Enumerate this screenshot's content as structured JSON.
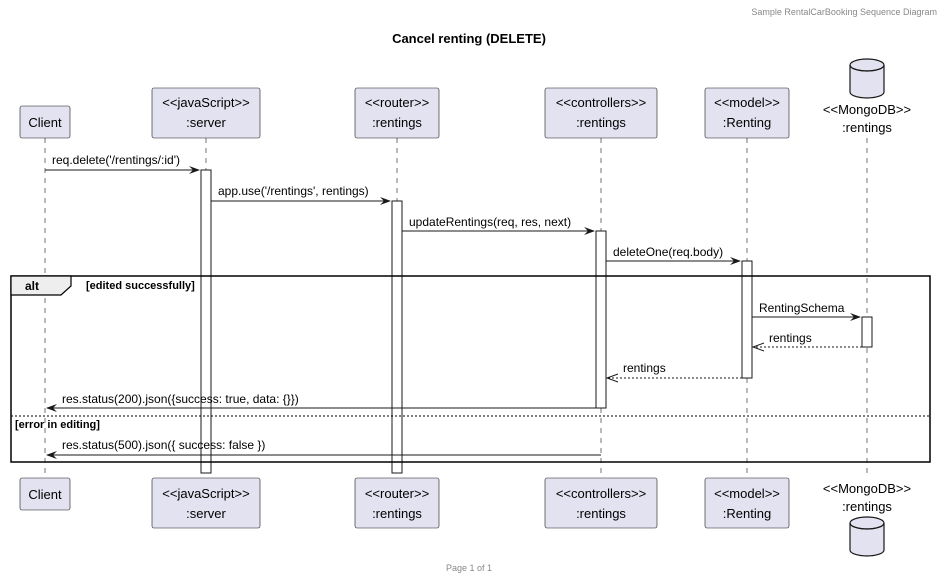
{
  "header": "Sample RentalCarBooking Sequence Diagram",
  "title": "Cancel renting (DELETE)",
  "footer": "Page 1 of 1",
  "participants": [
    {
      "id": "client",
      "lines": [
        "Client"
      ],
      "shape": "box"
    },
    {
      "id": "server",
      "lines": [
        "<<javaScript>>",
        ":server"
      ],
      "shape": "box"
    },
    {
      "id": "router",
      "lines": [
        "<<router>>",
        ":rentings"
      ],
      "shape": "box"
    },
    {
      "id": "controllers",
      "lines": [
        "<<controllers>>",
        ":rentings"
      ],
      "shape": "box"
    },
    {
      "id": "model",
      "lines": [
        "<<model>>",
        ":Renting"
      ],
      "shape": "box"
    },
    {
      "id": "db",
      "lines": [
        "<<MongoDB>>",
        ":rentings"
      ],
      "shape": "database"
    }
  ],
  "messages": [
    {
      "label": "req.delete('/rentings/:id')",
      "from": "client",
      "to": "server",
      "style": "solid"
    },
    {
      "label": "app.use('/rentings', rentings)",
      "from": "server",
      "to": "router",
      "style": "solid"
    },
    {
      "label": "updateRentings(req, res, next)",
      "from": "router",
      "to": "controllers",
      "style": "solid"
    },
    {
      "label": "deleteOne(req.body)",
      "from": "controllers",
      "to": "model",
      "style": "solid"
    },
    {
      "label": "RentingSchema",
      "from": "model",
      "to": "db",
      "style": "solid"
    },
    {
      "label": "rentings",
      "from": "db",
      "to": "model",
      "style": "dashed"
    },
    {
      "label": "rentings",
      "from": "model",
      "to": "controllers",
      "style": "dashed"
    },
    {
      "label": "res.status(200).json({success: true, data: {}})",
      "from": "controllers",
      "to": "client",
      "style": "solid"
    },
    {
      "label": "res.status(500).json({ success: false })",
      "from": "controllers",
      "to": "client",
      "style": "solid"
    }
  ],
  "fragment": {
    "operator": "alt",
    "guards": [
      "[edited successfully]",
      "[error in editing]"
    ]
  },
  "colors": {
    "participant_fill": "#E2E2F0",
    "line": "#181818"
  }
}
